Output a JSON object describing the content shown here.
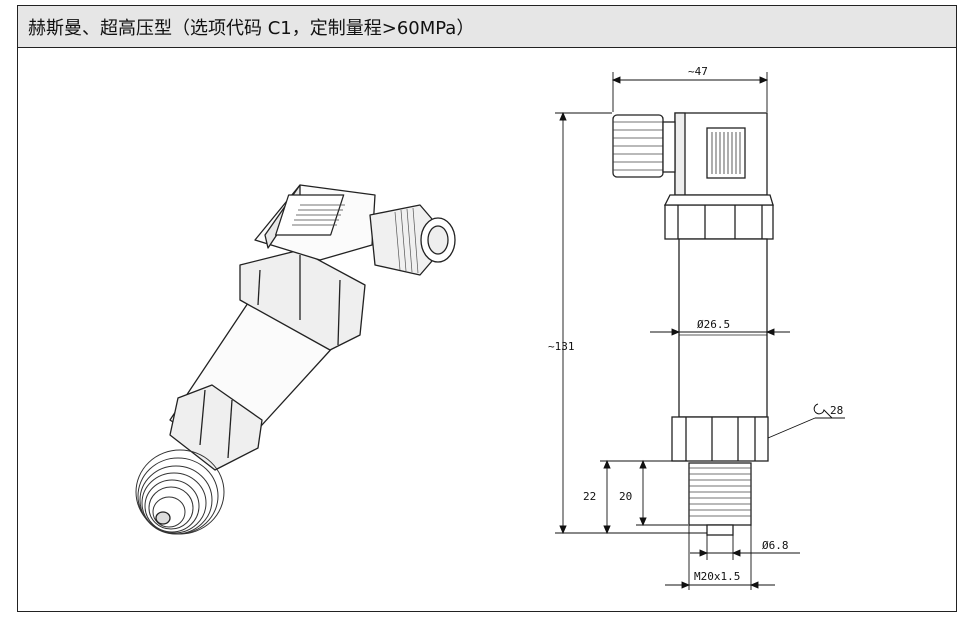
{
  "header": {
    "title": "赫斯曼、超高压型（选项代码 C1，定制量程>60MPa）"
  },
  "dimensions": {
    "width_top": "~47",
    "height_total": "~131",
    "body_diameter": "Ø26.5",
    "wrench_size": "28",
    "thread_length_outer": "22",
    "thread_length_inner": "20",
    "bore_diameter": "Ø6.8",
    "thread_spec": "M20x1.5"
  }
}
